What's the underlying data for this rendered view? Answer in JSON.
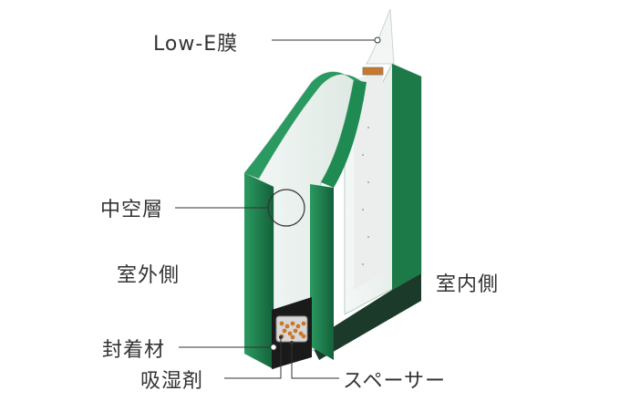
{
  "labels": {
    "low_e": "Low-E膜",
    "hollow_layer": "中空層",
    "outdoor_side": "室外側",
    "indoor_side": "室内側",
    "sealant": "封着材",
    "desiccant": "吸湿剤",
    "spacer": "スペーサー"
  },
  "colors": {
    "glass_edge": "#1f8a52",
    "glass_edge_dark": "#16663c",
    "glass_face": "#e9f2ee",
    "sealant": "#1a1a1a",
    "spacer": "#dcdcdc",
    "desiccant": "#c9782a",
    "leader_line": "#333333",
    "text": "#333333"
  }
}
